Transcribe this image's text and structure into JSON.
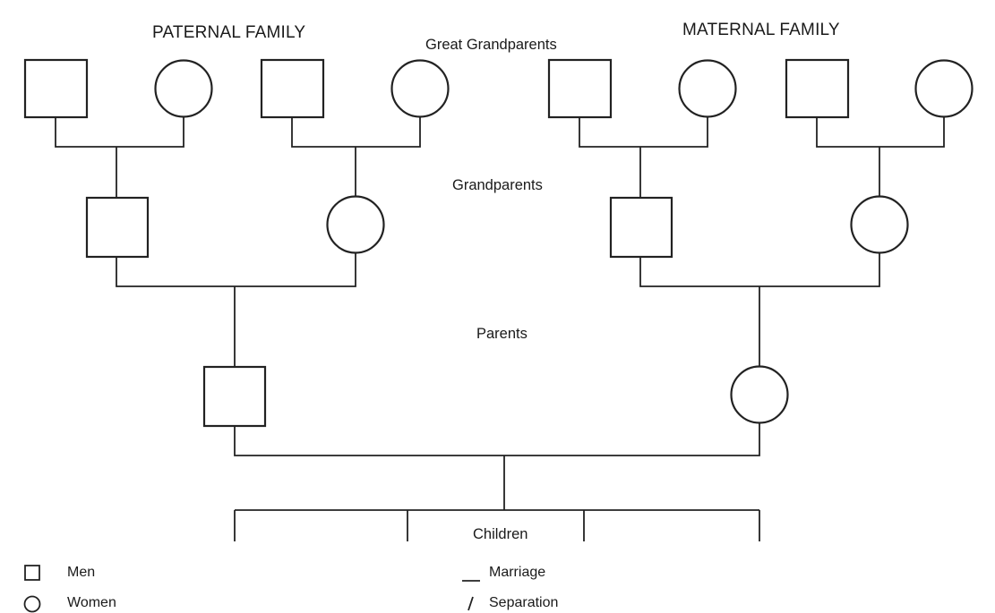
{
  "headings": {
    "paternal": "PATERNAL FAMILY",
    "maternal": "MATERNAL FAMILY"
  },
  "generations": {
    "great_grandparents": "Great Grandparents",
    "grandparents": "Grandparents",
    "parents": "Parents",
    "children": "Children"
  },
  "legend": {
    "men": "Men",
    "women": "Women",
    "marriage": "Marriage",
    "separation": "Separation"
  }
}
